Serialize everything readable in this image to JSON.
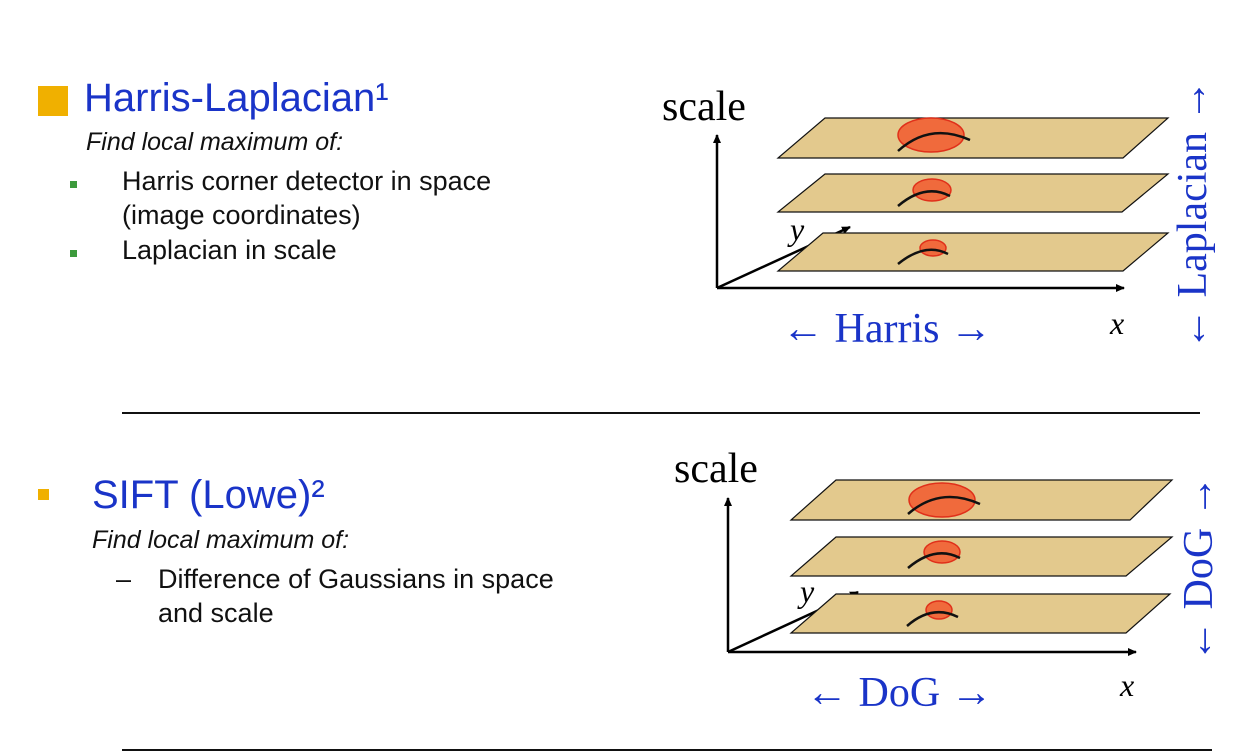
{
  "section1": {
    "title": "Harris-Laplacian¹",
    "subtitle": "Find local maximum of:",
    "items": [
      "Harris corner detector in space",
      "(image coordinates)",
      "Laplacian in scale"
    ]
  },
  "section2": {
    "title": "SIFT (Lowe)²",
    "subtitle": "Find local maximum of:",
    "items": [
      "Difference of Gaussians in space",
      "and scale"
    ],
    "dash": "–"
  },
  "diagram1": {
    "scale_label": "scale",
    "y_label": "y",
    "x_label": "x",
    "bottom_label": "← Harris →",
    "side_label": "← Laplacian →"
  },
  "diagram2": {
    "scale_label": "scale",
    "y_label": "y",
    "x_label": "x",
    "bottom_label": "← DoG →",
    "side_label": "← DoG →"
  },
  "colors": {
    "title_blue": "#1a34c8",
    "plane_fill": "#e3c98d",
    "blob_fill": "#f06a3c",
    "blob_stroke": "#e0301a",
    "bullet_orange": "#f0b000",
    "bullet_green": "#3c9a3c"
  }
}
